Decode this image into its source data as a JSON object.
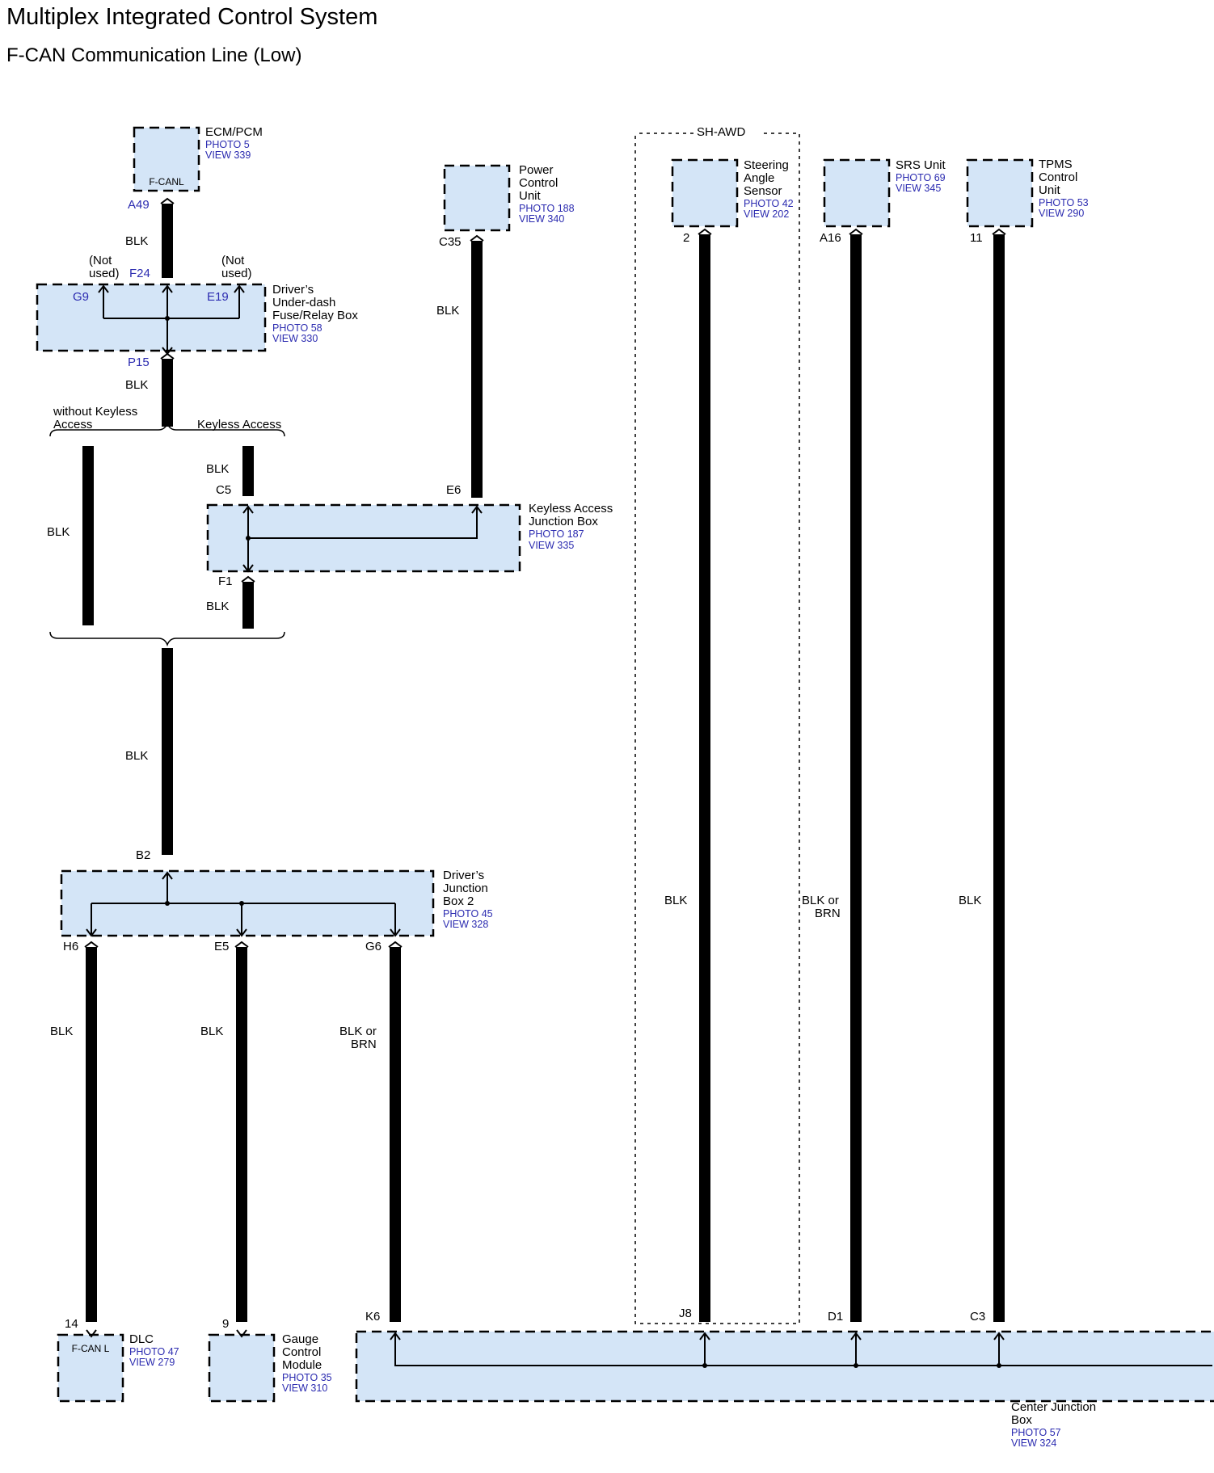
{
  "title": "Multiplex Integrated Control System",
  "subtitle": "F-CAN Communication Line (Low)",
  "components": {
    "ecm": {
      "name": "ECM/PCM",
      "photo": "PHOTO 5",
      "view": "VIEW 339",
      "inner": "F-CANL"
    },
    "pcu": {
      "name": [
        "Power",
        "Control",
        "Unit"
      ],
      "photo": "PHOTO 188",
      "view": "VIEW 340"
    },
    "steering": {
      "name": [
        "Steering",
        "Angle",
        "Sensor"
      ],
      "photo": "PHOTO 42",
      "view": "VIEW 202"
    },
    "srs": {
      "name": "SRS Unit",
      "photo": "PHOTO 69",
      "view": "VIEW 345"
    },
    "tpms": {
      "name": [
        "TPMS",
        "Control",
        "Unit"
      ],
      "photo": "PHOTO 53",
      "view": "VIEW 290"
    },
    "fusebox": {
      "name": [
        "Driver’s",
        "Under-dash",
        "Fuse/Relay Box"
      ],
      "photo": "PHOTO 58",
      "view": "VIEW 330"
    },
    "keyless_box": {
      "name": [
        "Keyless Access",
        "Junction Box"
      ],
      "photo": "PHOTO 187",
      "view": "VIEW 335"
    },
    "djb2": {
      "name": [
        "Driver’s",
        "Junction",
        "Box 2"
      ],
      "photo": "PHOTO 45",
      "view": "VIEW 328"
    },
    "dlc": {
      "name": "DLC",
      "photo": "PHOTO 47",
      "view": "VIEW 279",
      "inner": "F-CAN L"
    },
    "gauge": {
      "name": [
        "Gauge",
        "Control",
        "Module"
      ],
      "photo": "PHOTO 35",
      "view": "VIEW 310"
    },
    "cjb": {
      "name": [
        "Center Junction",
        "Box"
      ],
      "photo": "PHOTO 57",
      "view": "VIEW 324"
    }
  },
  "option_label": "SH-AWD",
  "pins": {
    "a49": "A49",
    "f24": "F24",
    "g9": "G9",
    "e19": "E19",
    "p15": "P15",
    "c35": "C35",
    "p2": "2",
    "a16": "A16",
    "p11": "11",
    "c5": "C5",
    "e6": "E6",
    "f1": "F1",
    "b2": "B2",
    "h6": "H6",
    "e5": "E5",
    "g6": "G6",
    "p14": "14",
    "p9": "9",
    "k6": "K6",
    "j8": "J8",
    "d1": "D1",
    "c3": "C3"
  },
  "not_used": [
    "(Not",
    "used)"
  ],
  "branches": {
    "without": [
      "without Keyless",
      "Access"
    ],
    "with": "Keyless Access"
  },
  "wire_colors": {
    "blk": "BLK",
    "blk_or_brn": [
      "BLK or",
      "BRN"
    ]
  }
}
